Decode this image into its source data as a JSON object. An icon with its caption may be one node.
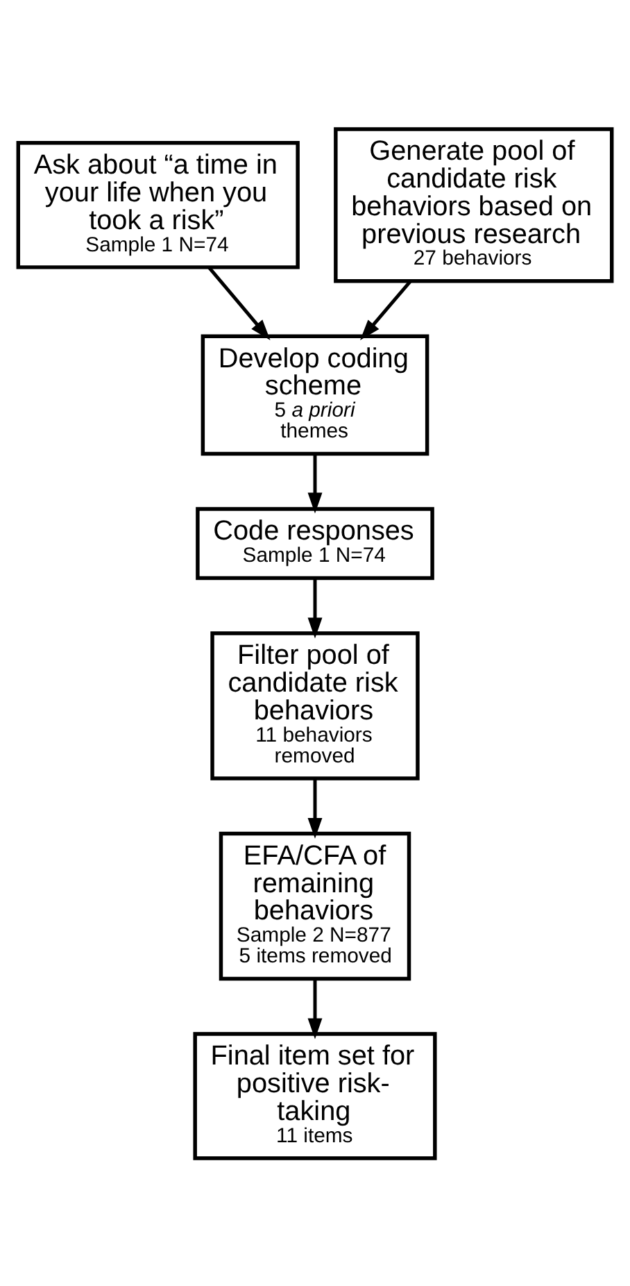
{
  "diagram": {
    "nodes": [
      {
        "text": [
          "Ask about “a time in your life when you took a risk”",
          "Sample 1 N=74"
        ]
      },
      {
        "text": [
          "Generate pool of candidate risk behaviors based on previous research",
          "27 behaviors"
        ]
      },
      {
        "text": [
          "Develop coding scheme",
          "5 *a priori* themes"
        ]
      },
      {
        "text": [
          "Code responses",
          "Sample 1 N=74"
        ]
      },
      {
        "text": [
          "Filter pool of candidate risk behaviors",
          "11 behaviors removed"
        ]
      },
      {
        "text": [
          "EFA/CFA of remaining behaviors",
          "Sample 2 N=877",
          "5 items removed"
        ]
      },
      {
        "text": [
          "Final item set for positive risk-taking",
          "11 items"
        ]
      }
    ],
    "edges": [
      {
        "from": 0,
        "to": 2,
        "arrow": "to"
      },
      {
        "from": 1,
        "to": 2,
        "arrow": "to"
      },
      {
        "from": 2,
        "to": 3,
        "arrow": "to"
      },
      {
        "from": 3,
        "to": 4,
        "arrow": "to"
      },
      {
        "from": 4,
        "to": 5,
        "arrow": "to"
      },
      {
        "from": 5,
        "to": 6,
        "arrow": "to"
      }
    ]
  }
}
